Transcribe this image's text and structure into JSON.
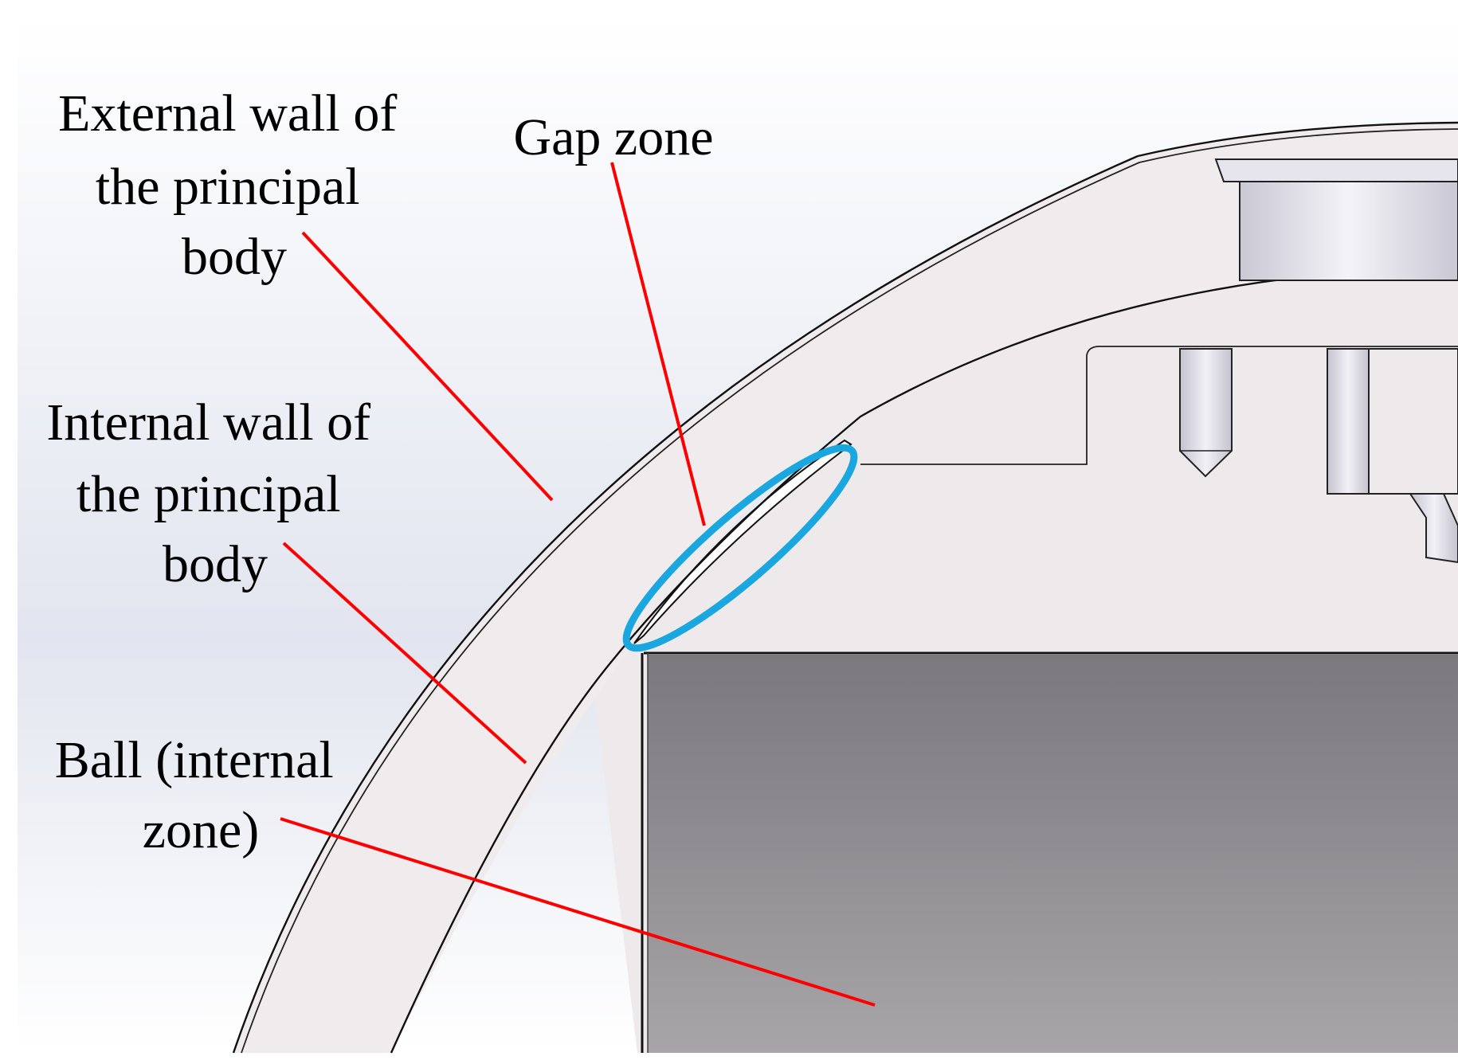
{
  "labels": {
    "external_wall": [
      "External wall of",
      "the principal",
      "body"
    ],
    "gap_zone": "Gap zone",
    "internal_wall": [
      "Internal wall of",
      "the principal",
      "body"
    ],
    "ball": [
      "Ball (internal",
      "zone)"
    ]
  },
  "colors": {
    "leader": "#ff0000",
    "highlight": "#1aa7e0",
    "wall_fill": "#f0eced",
    "body_fill": "#eeeaeb",
    "ball_top": "#7b787e",
    "ball_bottom": "#a8a5a8"
  }
}
